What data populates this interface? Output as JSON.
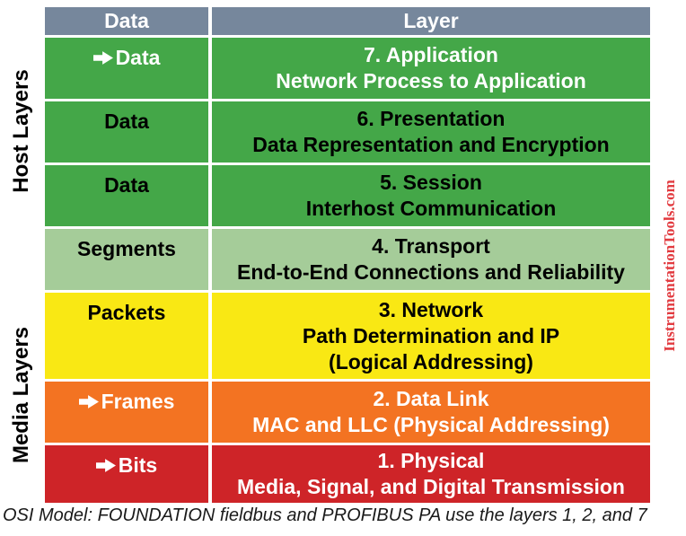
{
  "header": {
    "data_col": "Data",
    "layer_col": "Layer"
  },
  "rows": [
    {
      "id": "application",
      "arrow": true,
      "data_label": "Data",
      "lines": [
        "7. Application",
        "Network Process to Application"
      ],
      "bg": "#44A748",
      "fg": "#FFFFFF"
    },
    {
      "id": "presentation",
      "arrow": false,
      "data_label": "Data",
      "lines": [
        "6. Presentation",
        "Data Representation and Encryption"
      ],
      "bg": "#44A748",
      "fg": "#000000"
    },
    {
      "id": "session",
      "arrow": false,
      "data_label": "Data",
      "lines": [
        "5. Session",
        "Interhost Communication"
      ],
      "bg": "#44A748",
      "fg": "#000000"
    },
    {
      "id": "transport",
      "arrow": false,
      "data_label": "Segments",
      "lines": [
        "4. Transport",
        "End-to-End Connections and Reliability"
      ],
      "bg": "#A5CC99",
      "fg": "#000000"
    },
    {
      "id": "network",
      "arrow": false,
      "data_label": "Packets",
      "lines": [
        "3. Network",
        "Path Determination and IP",
        "(Logical Addressing)"
      ],
      "bg": "#F9E814",
      "fg": "#000000"
    },
    {
      "id": "datalink",
      "arrow": true,
      "data_label": "Frames",
      "lines": [
        "2. Data Link",
        "MAC and LLC (Physical Addressing)"
      ],
      "bg": "#F37322",
      "fg": "#FFFFFF"
    },
    {
      "id": "physical",
      "arrow": true,
      "data_label": "Bits",
      "lines": [
        "1. Physical",
        "Media, Signal, and Digital Transmission"
      ],
      "bg": "#CE2428",
      "fg": "#FFFFFF"
    }
  ],
  "side_labels": {
    "host": "Host Layers",
    "media": "Media Layers"
  },
  "watermark": {
    "text": "InstrumentationTools.com",
    "color": "#E23B40"
  },
  "caption": "OSI Model: FOUNDATION fieldbus and PROFIBUS PA use the layers 1, 2, and 7",
  "colors": {
    "header_bg": "#76879C",
    "header_fg": "#FFFFFF",
    "background": "#FFFFFF"
  }
}
